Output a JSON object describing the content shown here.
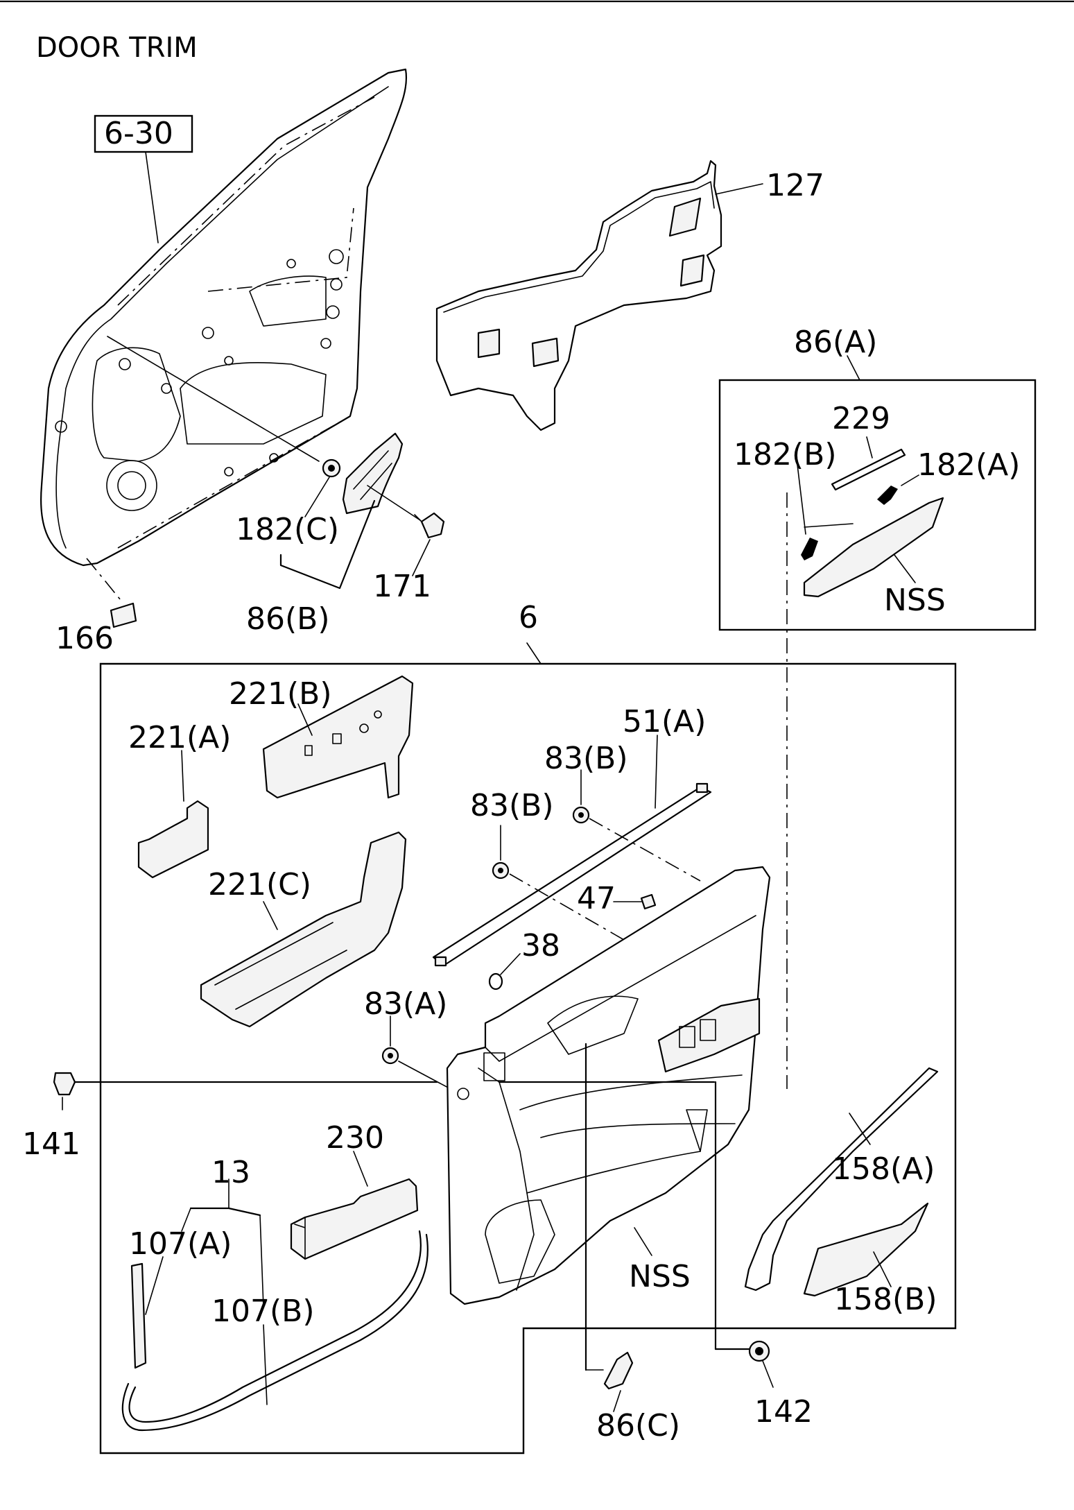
{
  "title": "DOOR TRIM",
  "ref_box": "6-30",
  "labels": {
    "l127": "127",
    "l86a": "86(A)",
    "l229": "229",
    "l182b": "182(B)",
    "l182a": "182(A)",
    "nss_top": "NSS",
    "l182c": "182(C)",
    "l171": "171",
    "l86b": "86(B)",
    "l166": "166",
    "l6": "6",
    "l221b": "221(B)",
    "l221a": "221(A)",
    "l221c": "221(C)",
    "l51a": "51(A)",
    "l83b_1": "83(B)",
    "l83b_2": "83(B)",
    "l47": "47",
    "l38": "38",
    "l83a": "83(A)",
    "l141": "141",
    "l158a": "158(A)",
    "l230": "230",
    "l13": "13",
    "l107a": "107(A)",
    "l107b": "107(B)",
    "nss_bottom": "NSS",
    "l158b": "158(B)",
    "l86c": "86(C)",
    "l142": "142"
  }
}
